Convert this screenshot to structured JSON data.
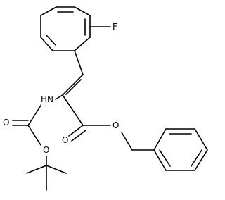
{
  "molecule": {
    "atoms": {
      "fluorine": "F",
      "amide_nitrogen": "HN",
      "carbamate_carbonyl_oxygen": "O",
      "carbamate_ether_oxygen": "O",
      "ester_carbonyl_oxygen": "O",
      "ester_ether_oxygen": "O"
    }
  }
}
